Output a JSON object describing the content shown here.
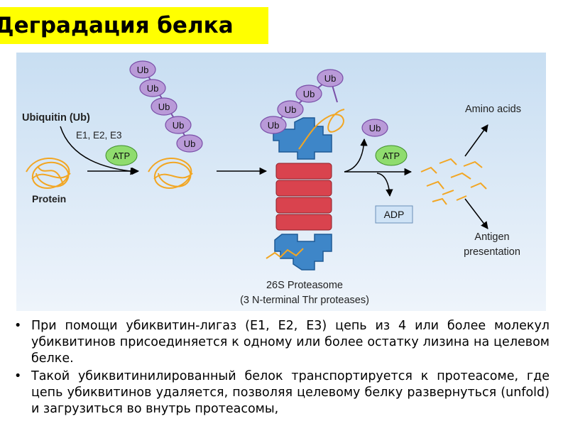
{
  "slide": {
    "title": "Деградация белка"
  },
  "diagram": {
    "ubiquitin_label": "Ubiquitin (Ub)",
    "enzymes_label": "E1, E2, E3",
    "atp_label": "ATP",
    "protein_label": "Protein",
    "ub_tag": "Ub",
    "adp_label": "ADP",
    "amino_acids_label": "Amino acids",
    "antigen_label_line1": "Antigen",
    "antigen_label_line2": "presentation",
    "proteasome_label_line1": "26S Proteasome",
    "proteasome_label_line2": "(3 N-terminal Thr proteases)",
    "colors": {
      "background_top": "#c8def2",
      "background_bottom": "#e8f1fa",
      "ub_fill": "#b99ad8",
      "ub_stroke": "#7a4fa8",
      "atp_fill": "#8fdc6e",
      "protein_color": "#f2a623",
      "proteasome_blue": "#3e86c8",
      "proteasome_red": "#d9434e",
      "adp_fill": "#cfe3f6"
    }
  },
  "bullets": [
    "При помощи убиквитин-лигаз (E1, E2, E3) цепь из 4 или более молекул убиквитинов присоединяется к одному или более остатку лизина на целевом белке.",
    "Такой убиквитинилированный белок транспортируется к протеасоме, где цепь убиквитинов удаляется, позволяя целевому белку развернуться (unfold) и загрузиться во внутрь протеасомы,"
  ]
}
